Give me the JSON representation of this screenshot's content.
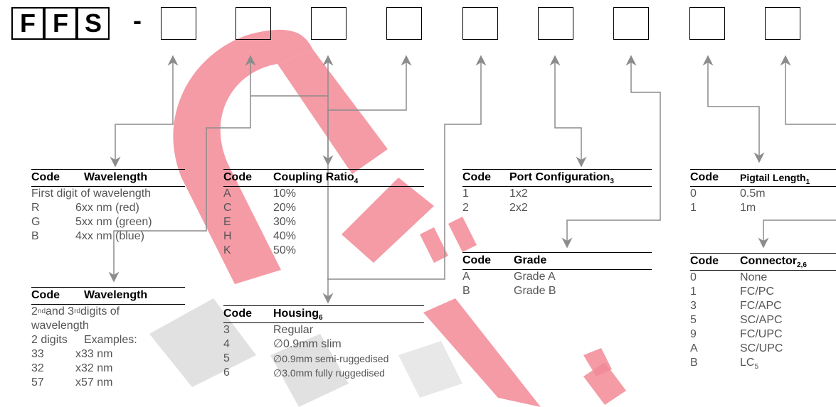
{
  "prefix": [
    "F",
    "F",
    "S"
  ],
  "dash": "-",
  "wavelength1": {
    "header": [
      "Code",
      "Wavelength"
    ],
    "note": "First digit of wavelength",
    "rows": [
      [
        "R",
        "6xx nm (red)"
      ],
      [
        "G",
        "5xx nm (green)"
      ],
      [
        "B",
        "4xx nm (blue)"
      ]
    ]
  },
  "wavelength2": {
    "header": [
      "Code",
      "Wavelength"
    ],
    "note_a": "2",
    "note_sup1": "nd",
    "note_b": " and 3",
    "note_sup2": "rd",
    "note_c": " digits of",
    "note_line2": "wavelength",
    "examples": [
      "2 digits",
      "Examples:"
    ],
    "rows": [
      [
        "33",
        "x33 nm"
      ],
      [
        "32",
        "x32 nm"
      ],
      [
        "57",
        "x57 nm"
      ]
    ]
  },
  "coupling": {
    "header_code": "Code",
    "header_label": "Coupling Ratio",
    "header_sub": "4",
    "rows": [
      [
        "A",
        "10%"
      ],
      [
        "C",
        "20%"
      ],
      [
        "E",
        "30%"
      ],
      [
        "H",
        "40%"
      ],
      [
        "K",
        "50%"
      ]
    ]
  },
  "housing": {
    "header_code": "Code",
    "header_label": "Housing",
    "header_sub": "6",
    "rows": [
      [
        "3",
        "Regular"
      ],
      [
        "4",
        "∅0.9mm slim"
      ],
      [
        "5",
        "∅0.9mm semi-ruggedised"
      ],
      [
        "6",
        "∅3.0mm fully ruggedised"
      ]
    ]
  },
  "port": {
    "header_code": "Code",
    "header_label": "Port Configuration",
    "header_sub": "3",
    "rows": [
      [
        "1",
        "1x2"
      ],
      [
        "2",
        "2x2"
      ]
    ]
  },
  "grade": {
    "header": [
      "Code",
      "Grade"
    ],
    "rows": [
      [
        "A",
        "Grade A"
      ],
      [
        "B",
        "Grade B"
      ]
    ]
  },
  "pigtail": {
    "header_code": "Code",
    "header_label": "Pigtail Length",
    "header_sub": "1",
    "rows": [
      [
        "0",
        "0.5m"
      ],
      [
        "1",
        "1m"
      ]
    ]
  },
  "connector": {
    "header_code": "Code",
    "header_label": "Connector",
    "header_sub": "2,6",
    "rows": [
      [
        "0",
        "None"
      ],
      [
        "1",
        "FC/PC"
      ],
      [
        "3",
        "FC/APC"
      ],
      [
        "5",
        "SC/APC"
      ],
      [
        "9",
        "FC/UPC"
      ],
      [
        "A",
        "SC/UPC"
      ]
    ],
    "last_code": "B",
    "last_label": "LC",
    "last_sub": "5"
  },
  "colors": {
    "watermark_red": "#f28a96",
    "watermark_gray": "#d9d9d9",
    "arrow": "#8c8c8c"
  }
}
